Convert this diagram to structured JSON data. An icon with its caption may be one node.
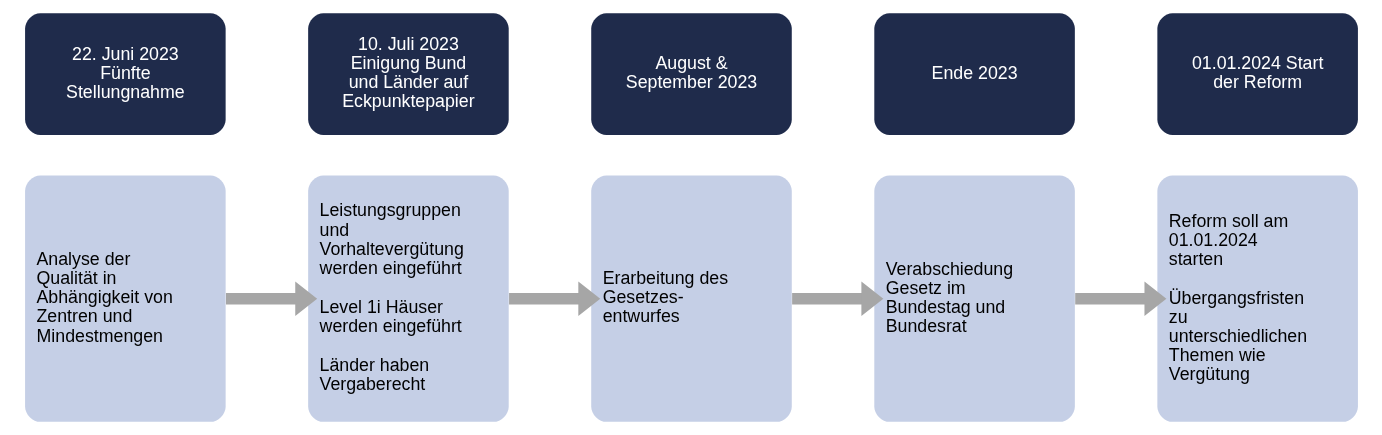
{
  "diagram": {
    "nodes": [
      {
        "text": [
          "22. Juni 2023 Fünfte Stellungnahme"
        ]
      },
      {
        "text": [
          "10. Juli 2023 Einigung Bund und Länder auf Eckpunktepapier"
        ]
      },
      {
        "text": [
          "August & September 2023"
        ]
      },
      {
        "text": [
          "Ende 2023"
        ]
      },
      {
        "text": [
          "01.01.2024 Start der Reform"
        ]
      },
      {
        "text": [
          "Analyse der Qualität in Abhängigkeit von Zentren und Mindestmengen"
        ]
      },
      {
        "text": [
          "Leistungsgruppen und Vorhaltevergütung werden eingeführt",
          "Level 1i Häuser werden eingeführt",
          "Länder haben Vergaberecht"
        ]
      },
      {
        "text": [
          "Erarbeitung des Gesetzes-entwurfes"
        ]
      },
      {
        "text": [
          "Verabschiedung Gesetz im Bundestag und Bundesrat"
        ]
      },
      {
        "text": [
          "Reform soll am 01.01.2024 starten",
          "Übergangsfristen zu unterschiedlichen Themen wie Vergütung"
        ]
      }
    ],
    "edges": [
      {
        "from": 5,
        "to": 6,
        "arrow": "to"
      },
      {
        "from": 6,
        "to": 7,
        "arrow": "to"
      },
      {
        "from": 7,
        "to": 8,
        "arrow": "to"
      },
      {
        "from": 8,
        "to": 9,
        "arrow": "to"
      }
    ]
  }
}
